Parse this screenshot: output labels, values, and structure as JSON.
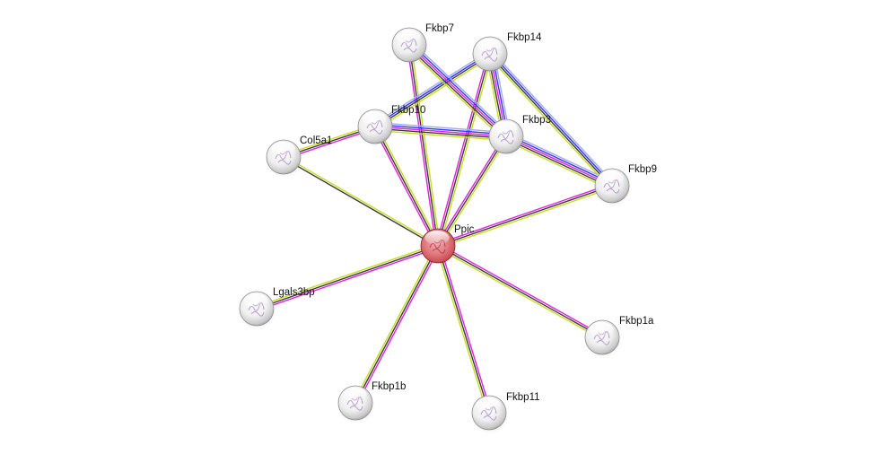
{
  "network": {
    "query_protein": "Ppic",
    "channel_colors": {
      "textmining": "#c6dc1e",
      "coexpression": "#3a3a3a",
      "experiments": "#e21fe0",
      "databases": "#2b37f2",
      "homology": "#a3a8f5"
    },
    "node_colors": {
      "query": "#d9575c",
      "partner": "#e8e8e8"
    },
    "nodes": [
      {
        "id": "Fkbp7",
        "label": "Fkbp7",
        "query": false
      },
      {
        "id": "Fkbp14",
        "label": "Fkbp14",
        "query": false
      },
      {
        "id": "Fkbp10",
        "label": "Fkbp10",
        "query": false
      },
      {
        "id": "Col5a1",
        "label": "Col5a1",
        "query": false
      },
      {
        "id": "Fkbp3",
        "label": "Fkbp3",
        "query": false
      },
      {
        "id": "Fkbp9",
        "label": "Fkbp9",
        "query": false
      },
      {
        "id": "Ppic",
        "label": "Ppic",
        "query": true
      },
      {
        "id": "Lgals3bp",
        "label": "Lgals3bp",
        "query": false
      },
      {
        "id": "Fkbp1a",
        "label": "Fkbp1a",
        "query": false
      },
      {
        "id": "Fkbp1b",
        "label": "Fkbp1b",
        "query": false
      },
      {
        "id": "Fkbp11",
        "label": "Fkbp11",
        "query": false
      }
    ],
    "edges": [
      {
        "source": "Ppic",
        "target": "Fkbp7",
        "channels": [
          "textmining",
          "coexpression",
          "experiments"
        ]
      },
      {
        "source": "Ppic",
        "target": "Fkbp14",
        "channels": [
          "textmining",
          "coexpression",
          "experiments"
        ]
      },
      {
        "source": "Ppic",
        "target": "Fkbp10",
        "channels": [
          "textmining",
          "coexpression",
          "experiments"
        ]
      },
      {
        "source": "Ppic",
        "target": "Col5a1",
        "channels": [
          "textmining",
          "coexpression"
        ]
      },
      {
        "source": "Ppic",
        "target": "Fkbp3",
        "channels": [
          "textmining",
          "coexpression",
          "experiments"
        ]
      },
      {
        "source": "Ppic",
        "target": "Fkbp9",
        "channels": [
          "textmining",
          "coexpression",
          "experiments"
        ]
      },
      {
        "source": "Ppic",
        "target": "Lgals3bp",
        "channels": [
          "textmining",
          "coexpression",
          "experiments"
        ]
      },
      {
        "source": "Ppic",
        "target": "Fkbp1a",
        "channels": [
          "textmining",
          "coexpression",
          "experiments"
        ]
      },
      {
        "source": "Ppic",
        "target": "Fkbp1b",
        "channels": [
          "textmining",
          "coexpression",
          "experiments"
        ]
      },
      {
        "source": "Ppic",
        "target": "Fkbp11",
        "channels": [
          "textmining",
          "coexpression",
          "experiments"
        ]
      },
      {
        "source": "Fkbp10",
        "target": "Col5a1",
        "channels": [
          "textmining",
          "coexpression",
          "experiments"
        ]
      },
      {
        "source": "Fkbp10",
        "target": "Fkbp3",
        "channels": [
          "textmining",
          "coexpression",
          "experiments",
          "databases",
          "homology"
        ]
      },
      {
        "source": "Fkbp10",
        "target": "Fkbp14",
        "channels": [
          "textmining",
          "coexpression",
          "databases",
          "homology"
        ]
      },
      {
        "source": "Fkbp7",
        "target": "Fkbp3",
        "channels": [
          "textmining",
          "coexpression",
          "experiments",
          "databases",
          "homology"
        ]
      },
      {
        "source": "Fkbp14",
        "target": "Fkbp3",
        "channels": [
          "textmining",
          "coexpression",
          "experiments",
          "databases",
          "homology"
        ]
      },
      {
        "source": "Fkbp3",
        "target": "Fkbp9",
        "channels": [
          "textmining",
          "coexpression",
          "experiments",
          "databases",
          "homology"
        ]
      },
      {
        "source": "Fkbp14",
        "target": "Fkbp9",
        "channels": [
          "textmining",
          "coexpression",
          "databases",
          "homology"
        ]
      }
    ]
  }
}
